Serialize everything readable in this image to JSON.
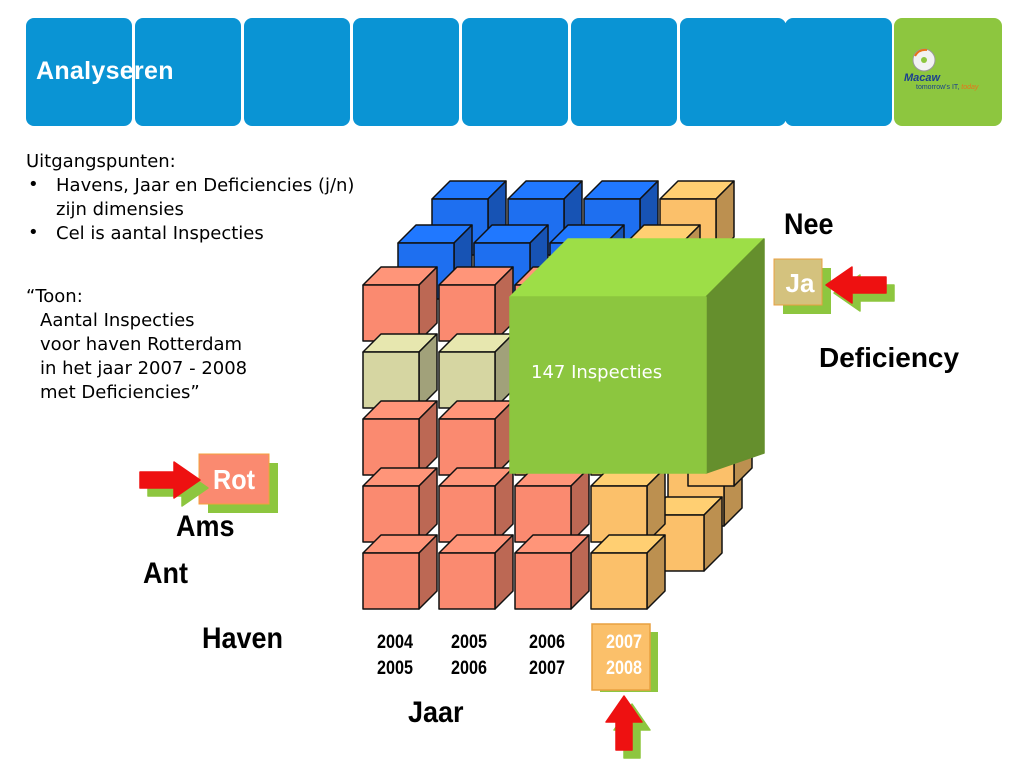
{
  "slide": {
    "title": "Analyseren",
    "logo": {
      "name": "Macaw",
      "tagline_main": "tomorrow's IT, ",
      "tagline_accent": "today"
    }
  },
  "content": {
    "heading": "Uitgangspunten:",
    "bullets": [
      {
        "line1": "Havens, Jaar en Deficiencies (j/n)",
        "line2": "zijn dimensies"
      },
      {
        "line1": "Cel is aantal Inspecties",
        "line2": ""
      }
    ],
    "query": [
      "“Toon:",
      "Aantal Inspecties",
      "voor haven Rotterdam",
      "in het jaar 2007 - 2008",
      "met Deficiencies”"
    ]
  },
  "diagram": {
    "deficiency": {
      "title": "Deficiency",
      "nee": "Nee",
      "ja": "Ja"
    },
    "haven": {
      "title": "Haven",
      "rot": "Rot",
      "ams": "Ams",
      "ant": "Ant"
    },
    "jaar": {
      "title": "Jaar",
      "periods": [
        {
          "from": "2004",
          "to": "2005"
        },
        {
          "from": "2005",
          "to": "2006"
        },
        {
          "from": "2006",
          "to": "2007"
        },
        {
          "from": "2007",
          "to": "2008"
        }
      ]
    },
    "result_label": "147 Inspecties",
    "colors": {
      "header_blue": "#0a94d4",
      "logo_green": "#8dc63f",
      "salmon": "#fa8a70",
      "orange": "#fbc06a",
      "beige": "#d6d6a2",
      "blue": "#1e6ff0",
      "green_cube": "#8cc63f",
      "arrow_red": "#ee1111",
      "badge_green": "#8dc63f"
    }
  }
}
